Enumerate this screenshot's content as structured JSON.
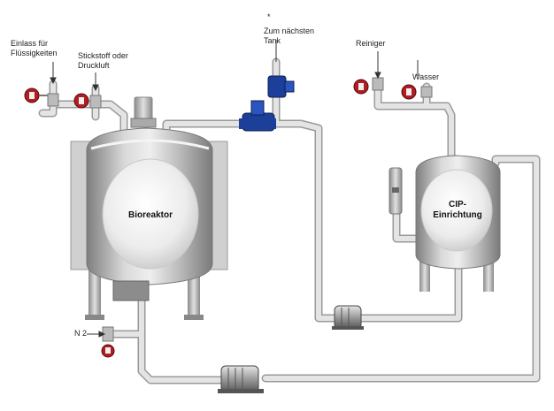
{
  "labels": {
    "inlet_liquids": "Einlass für\nFlüssigkeiten",
    "nitrogen_air": "Stickstoff oder\nDruckluft",
    "next_tank_marker": "*",
    "next_tank": "Zum nächsten\nTank",
    "cleaner": "Reiniger",
    "water": "Wasser",
    "n2": "N 2"
  },
  "vessels": {
    "bioreactor": "Bioreaktor",
    "cip": "CIP-\nEinrichtung"
  },
  "colors": {
    "valve_red": "#b01e22",
    "valve_blue": "#1c3f9a",
    "pipe": "#d6d6d6",
    "vessel": "#b9b9b9"
  }
}
